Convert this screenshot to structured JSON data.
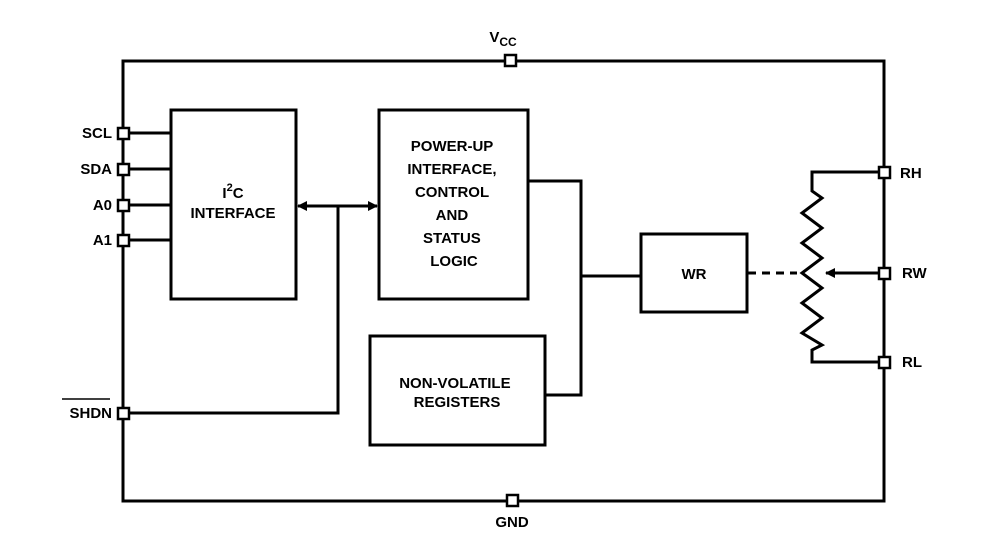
{
  "diagram": {
    "type": "block-diagram",
    "title": "",
    "pins": {
      "vcc": {
        "label": "V",
        "sub": "CC"
      },
      "gnd": {
        "label": "GND"
      },
      "scl": {
        "label": "SCL"
      },
      "sda": {
        "label": "SDA"
      },
      "a0": {
        "label": "A0"
      },
      "a1": {
        "label": "A1"
      },
      "shdn": {
        "label": "SHDN",
        "overbar": true
      },
      "rh": {
        "label": "RH"
      },
      "rw": {
        "label": "RW"
      },
      "rl": {
        "label": "RL"
      }
    },
    "blocks": {
      "i2c": {
        "line1_main": "I",
        "line1_sup": "2",
        "line1_rest": "C",
        "line2": "INTERFACE"
      },
      "control": {
        "lines": [
          "POWER-UP",
          "INTERFACE,",
          "CONTROL",
          "AND",
          "STATUS",
          "LOGIC"
        ]
      },
      "nv": {
        "lines": [
          "NON-VOLATILE",
          "REGISTERS"
        ]
      },
      "wr": {
        "label": "WR"
      }
    },
    "connections": [
      {
        "from": "SCL",
        "to": "I2C INTERFACE"
      },
      {
        "from": "SDA",
        "to": "I2C INTERFACE"
      },
      {
        "from": "A0",
        "to": "I2C INTERFACE"
      },
      {
        "from": "A1",
        "to": "I2C INTERFACE"
      },
      {
        "from": "I2C INTERFACE",
        "to": "POWER-UP INTERFACE, CONTROL AND STATUS LOGIC",
        "bidirectional": true
      },
      {
        "from": "SHDN",
        "to": "internal bus"
      },
      {
        "from": "POWER-UP INTERFACE, CONTROL AND STATUS LOGIC",
        "to": "WR"
      },
      {
        "from": "NON-VOLATILE REGISTERS",
        "to": "WR"
      },
      {
        "from": "WR",
        "to": "resistor wiper",
        "style": "dashed"
      },
      {
        "from": "RW",
        "to": "resistor wiper",
        "arrow": true
      },
      {
        "from": "RH",
        "to": "resistor top"
      },
      {
        "from": "RL",
        "to": "resistor bottom"
      }
    ]
  }
}
